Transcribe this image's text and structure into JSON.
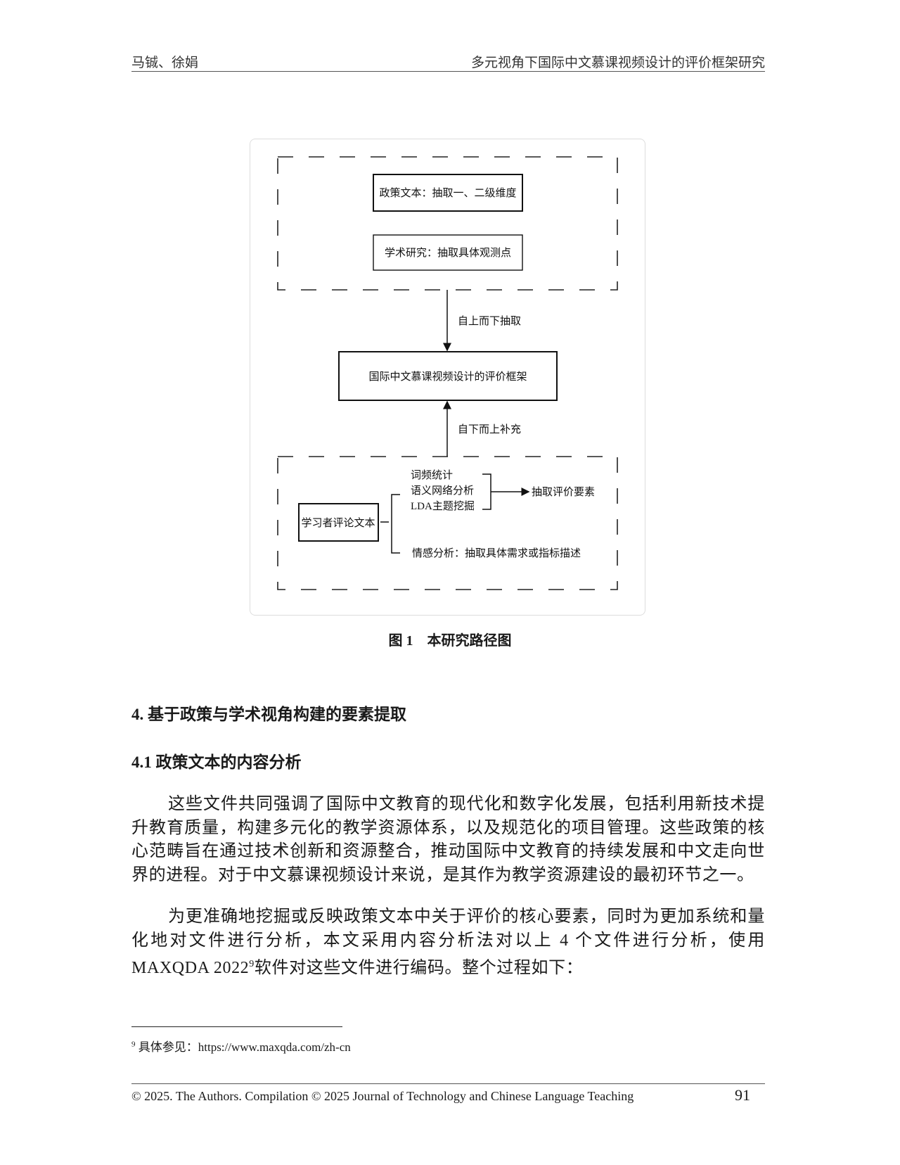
{
  "header": {
    "authors": "马铖、徐娟",
    "title": "多元视角下国际中文慕课视频设计的评价框架研究"
  },
  "figure": {
    "box_policy": "政策文本：抽取一、二级维度",
    "box_academic": "学术研究：抽取具体观测点",
    "label_top_down": "自上而下抽取",
    "box_framework": "国际中文慕课视频设计的评价框架",
    "label_bottom_up": "自下而上补充",
    "box_learner": "学习者评论文本",
    "methods": [
      "词频统计",
      "语义网络分析",
      "LDA主题挖掘"
    ],
    "extract_elements": "抽取评价要素",
    "sentiment": "情感分析：抽取具体需求或指标描述",
    "caption": "图 1　本研究路径图"
  },
  "section": {
    "heading": "4. 基于政策与学术视角构建的要素提取",
    "subheading": "4.1 政策文本的内容分析",
    "para1": "这些文件共同强调了国际中文教育的现代化和数字化发展，包括利用新技术提升教育质量，构建多元化的教学资源体系，以及规范化的项目管理。这些政策的核心范畴旨在通过技术创新和资源整合，推动国际中文教育的持续发展和中文走向世界的进程。对于中文慕课视频设计来说，是其作为教学资源建设的最初环节之一。",
    "para2_a": "为更准确地挖掘或反映政策文本中关于评价的核心要素，同时为更加系统和量化地对文件进行分析，本文采用内容分析法对以上 4 个文件进行分析，使用 MAXQDA 2022",
    "para2_sup": "9",
    "para2_b": "软件对这些文件进行编码。整个过程如下："
  },
  "footnote": {
    "mark": "9",
    "text": " 具体参见：https://www.maxqda.com/zh-cn"
  },
  "footer": {
    "copyright": "© 2025. The Authors. Compilation © 2025 Journal of Technology and Chinese Language Teaching",
    "page": "91"
  }
}
